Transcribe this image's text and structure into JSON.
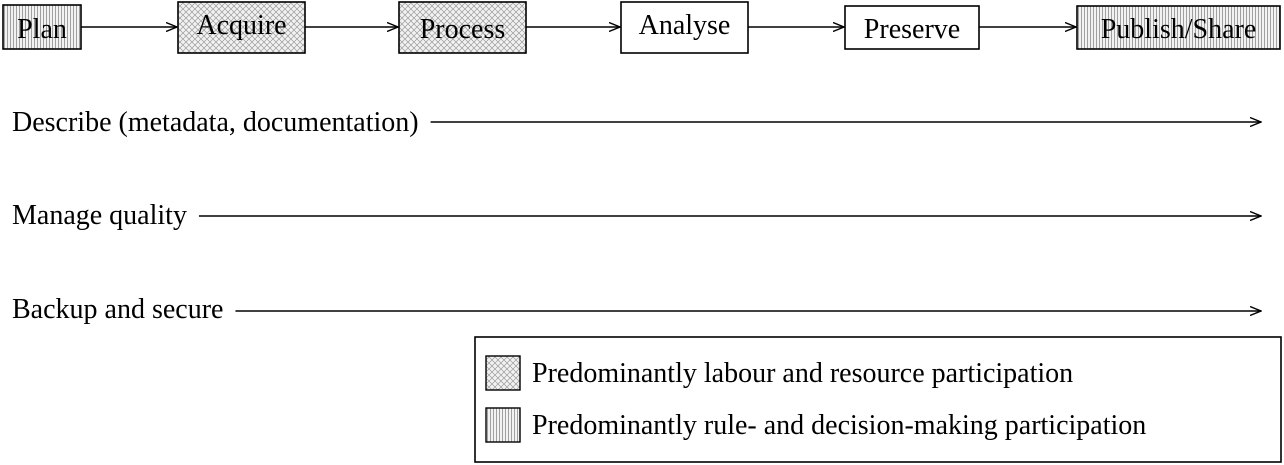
{
  "stages": [
    {
      "label": "Plan",
      "pattern": "vertical"
    },
    {
      "label": "Acquire",
      "pattern": "crosshatch"
    },
    {
      "label": "Process",
      "pattern": "crosshatch"
    },
    {
      "label": "Analyse",
      "pattern": "none"
    },
    {
      "label": "Preserve",
      "pattern": "none"
    },
    {
      "label": "Publish/Share",
      "pattern": "vertical"
    }
  ],
  "cross_cutting": [
    {
      "label": "Describe (metadata, documentation)"
    },
    {
      "label": "Manage quality"
    },
    {
      "label": "Backup and secure"
    }
  ],
  "legend": [
    {
      "label": "Predominantly labour and resource participation",
      "pattern": "crosshatch"
    },
    {
      "label": "Predominantly rule- and decision-making participation",
      "pattern": "vertical"
    }
  ]
}
